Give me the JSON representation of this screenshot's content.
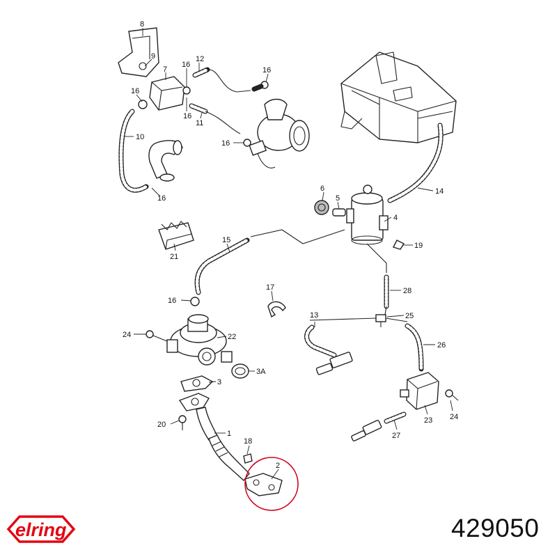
{
  "brand": {
    "logo_text": "elring",
    "color": "#e30613"
  },
  "part_number": "429050",
  "callouts": {
    "c1": "1",
    "c2": "2",
    "c3": "3",
    "c3a": "3A",
    "c4": "4",
    "c5": "5",
    "c6": "6",
    "c7": "7",
    "c8": "8",
    "c9": "9",
    "c10": "10",
    "c11": "11",
    "c12": "12",
    "c13": "13",
    "c14": "14",
    "c15": "15",
    "c16a": "16",
    "c16b": "16",
    "c16c": "16",
    "c16d": "16",
    "c16e": "16",
    "c16f": "16",
    "c16g": "16",
    "c17": "17",
    "c18": "18",
    "c19": "19",
    "c20": "20",
    "c21": "21",
    "c22": "22",
    "c23": "23",
    "c24a": "24",
    "c24b": "24",
    "c25": "25",
    "c26": "26",
    "c27": "27",
    "c28": "28"
  },
  "highlight_color": "#d0021b"
}
